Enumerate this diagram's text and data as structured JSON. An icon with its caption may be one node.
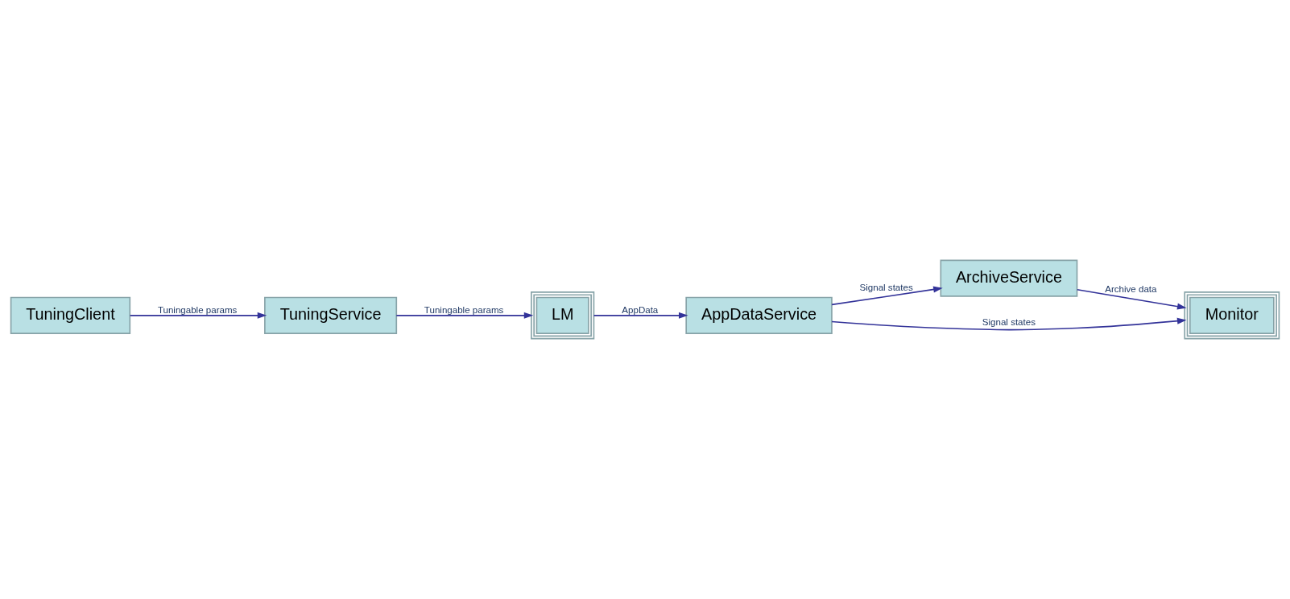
{
  "diagram": {
    "nodes": [
      {
        "text": [
          "LM"
        ]
      },
      {
        "text": [
          "AppDataService"
        ]
      },
      {
        "text": [
          "ArchiveService"
        ]
      },
      {
        "text": [
          "Monitor"
        ]
      },
      {
        "text": [
          "TuningService"
        ]
      },
      {
        "text": [
          "TuningClient"
        ]
      }
    ],
    "edges": [
      {
        "from": 0,
        "to": 1,
        "arrow": "to",
        "label": "AppData"
      },
      {
        "from": 1,
        "to": 2,
        "arrow": "to",
        "label": "Signal states"
      },
      {
        "from": 1,
        "to": 3,
        "arrow": "to",
        "label": "Signal states"
      },
      {
        "from": 2,
        "to": 3,
        "arrow": "to",
        "label": "Archive data"
      },
      {
        "from": 4,
        "to": 0,
        "arrow": "to",
        "label": "Tuningable params"
      },
      {
        "from": 5,
        "to": 4,
        "arrow": "to",
        "label": "Tuningable params"
      }
    ]
  }
}
